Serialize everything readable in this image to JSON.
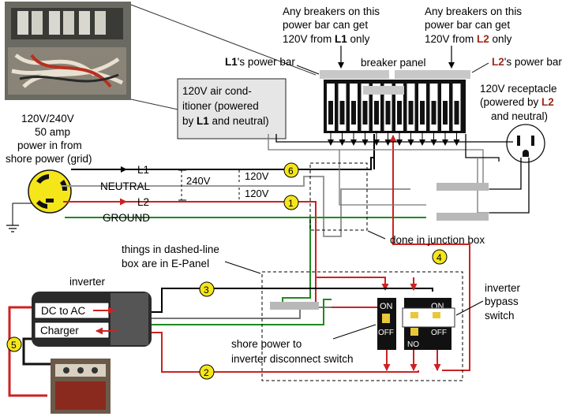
{
  "colors": {
    "l1": "#000000",
    "l2": "#cc2222",
    "neutral": "#999999",
    "ground": "#1f8a1f",
    "circle_fill": "#f5e61a",
    "breaker_gray": "#c8c8c8",
    "highlight_red": "#9b2a1a"
  },
  "callouts": {
    "l1_bar_line1": "Any breakers on this",
    "l1_bar_line2": "power bar can get",
    "l1_bar_line3_pre": "120V from ",
    "l1_bar_line3_bold": "L1",
    "l1_bar_line3_post": " only",
    "l2_bar_line1": "Any breakers on this",
    "l2_bar_line2": "power bar can get",
    "l2_bar_line3_pre": "120V  from ",
    "l2_bar_line3_bold": "L2",
    "l2_bar_line3_post": " only"
  },
  "labels": {
    "l1_power_bar_bold": "L1",
    "l1_power_bar_rest": "'s power bar",
    "breaker_panel": "breaker panel",
    "l2_power_bar_bold": "L2",
    "l2_power_bar_rest": "'s power bar",
    "ac_line1": "120V air cond-",
    "ac_line2": "itioner (powered",
    "ac_line3_pre": "by ",
    "ac_line3_bold": "L1",
    "ac_line3_post": " and neutral)",
    "receptacle_line1": "120V receptacle",
    "receptacle_line2_pre": "(powered by ",
    "receptacle_line2_bold": "L2",
    "receptacle_line3": "and neutral)",
    "shore_line1": "120V/240V",
    "shore_line2": "50 amp",
    "shore_line3": "power in from",
    "shore_line4": "shore power (grid)",
    "wire_l1": "L1",
    "wire_neutral": "NEUTRAL",
    "wire_l2": "L2",
    "wire_ground": "GROUND",
    "v240": "240V",
    "v120a": "120V",
    "v120b": "120V",
    "junction": "done in junction box",
    "epanel_line1": "things in dashed-line",
    "epanel_line2": "box are in E-Panel",
    "inverter": "inverter",
    "dc_to_ac": "DC to AC",
    "charger": "Charger",
    "bypass_line1": "inverter",
    "bypass_line2": "bypass",
    "bypass_line3": "switch",
    "disconnect_line1": "shore power to",
    "disconnect_line2": "inverter disconnect switch",
    "on1": "ON",
    "off1": "OFF",
    "on2": "ON",
    "off2": "OFF",
    "no": "NO"
  },
  "numbered_circles": [
    "1",
    "2",
    "3",
    "4",
    "5",
    "6"
  ]
}
